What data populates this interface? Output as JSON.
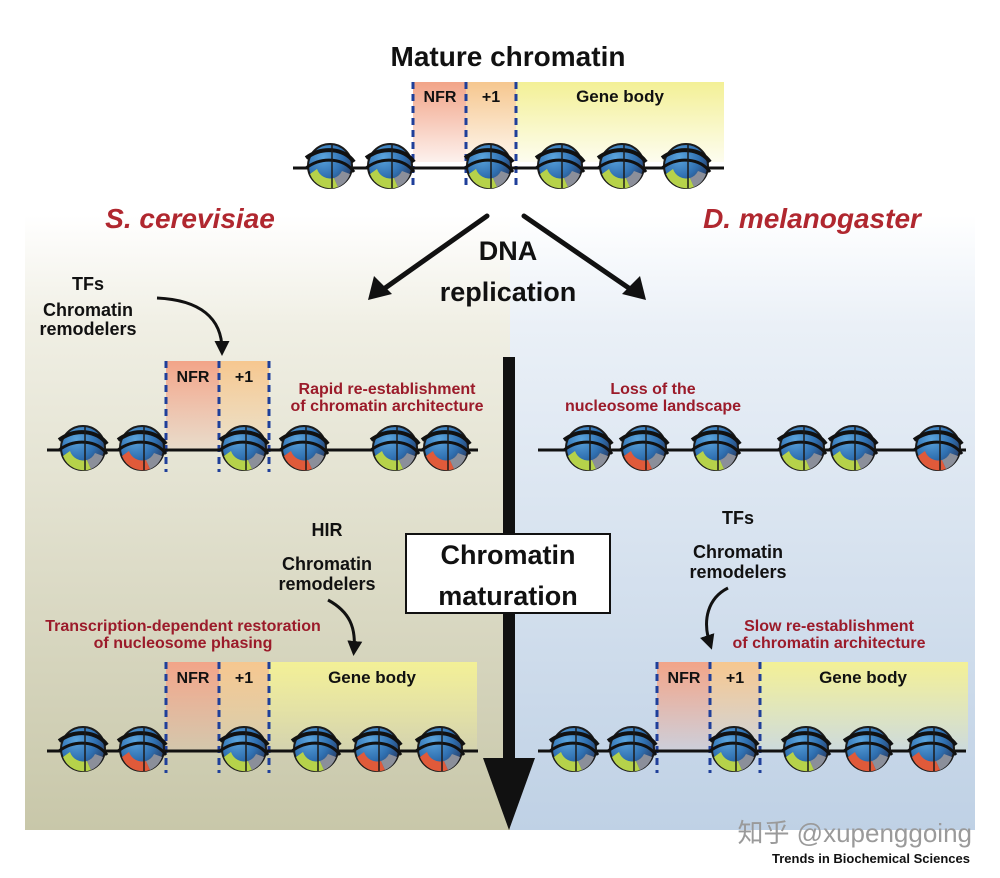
{
  "title": "Mature chromatin",
  "species_left": "S. cerevisiae",
  "species_right": "D. melanogaster",
  "dna_replication": [
    "DNA",
    "replication"
  ],
  "chromatin_maturation": [
    "Chromatin",
    "maturation"
  ],
  "region_labels": {
    "nfr": "NFR",
    "plus1": "+1",
    "gene_body": "Gene body"
  },
  "left": {
    "factors_top": [
      "TFs",
      "Chromatin",
      "remodelers"
    ],
    "rapid": [
      "Rapid re-establishment",
      "of chromatin architecture"
    ],
    "factors_bottom": [
      "HIR",
      "Chromatin",
      "remodelers"
    ],
    "transcription": [
      "Transcription-dependent restoration",
      "of nucleosome phasing"
    ]
  },
  "right": {
    "loss": [
      "Loss of the",
      "nucleosome landscape"
    ],
    "factors": [
      "TFs",
      "Chromatin",
      "remodelers"
    ],
    "slow": [
      "Slow re-establishment",
      "of chromatin architecture"
    ]
  },
  "watermark": "知乎 @xupenggoing",
  "credit": "Trends in Biochemical Sciences",
  "colors": {
    "nfr": "#f2a488",
    "plus1": "#f6c78f",
    "gene_body": "#f3f096",
    "left_panel": "#cfceb2",
    "right_panel": "#c7d6e6",
    "dashed_line": "#1f3f9a",
    "label_red": "#9b1b2a"
  }
}
